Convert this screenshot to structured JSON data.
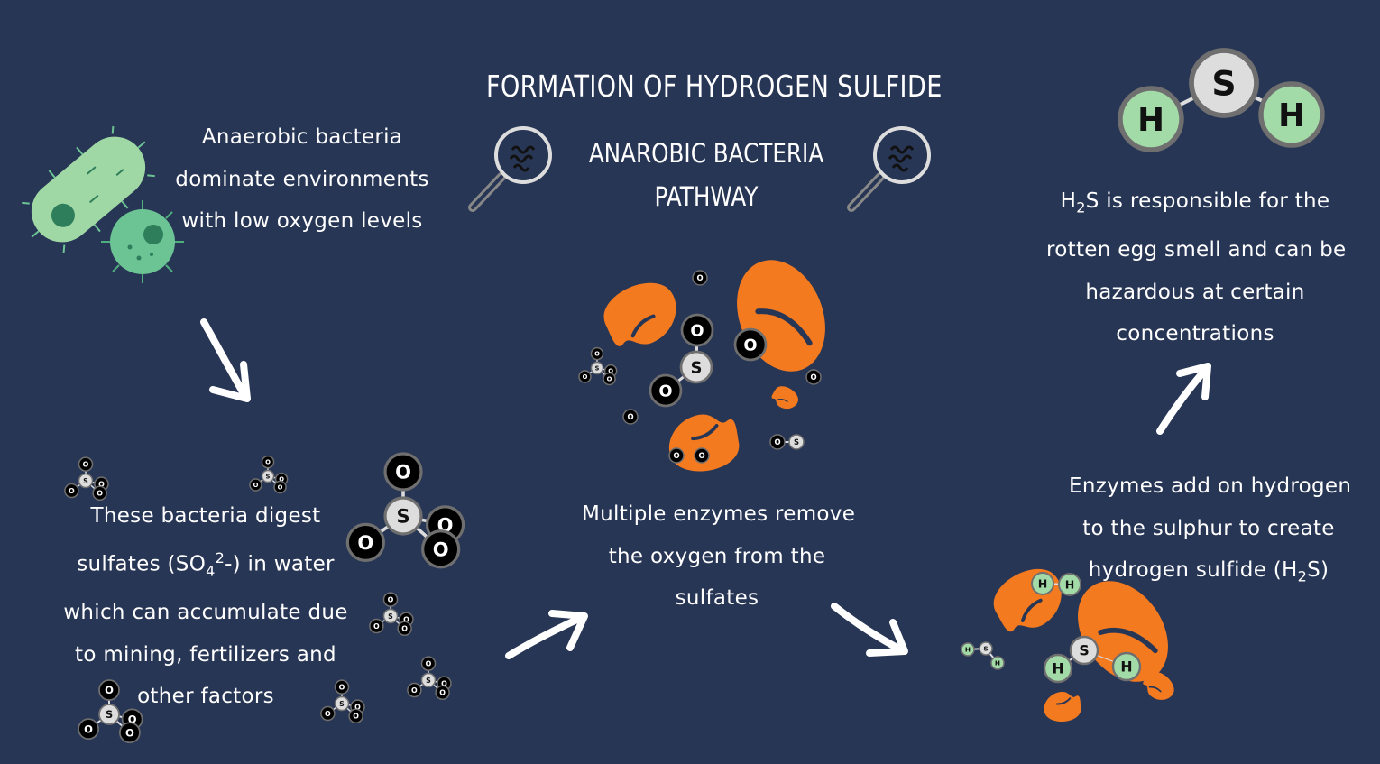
{
  "title": "FORMATION OF HYDROGEN SULFIDE",
  "subtitle": [
    "ANAROBIC BACTERIA",
    "PATHWAY"
  ],
  "step1": {
    "lines": [
      "Anaerobic bacteria",
      "dominate environments",
      "with low oxygen levels"
    ]
  },
  "step2": {
    "line1": "These bacteria digest",
    "line2_pre": "sulfates (SO",
    "line2_sub": "4",
    "line2_sup": "2",
    "line2_post": "-) in water",
    "line3": "which can accumulate due",
    "line4": "to mining, fertilizers and",
    "line5": "other factors"
  },
  "step3": {
    "lines": [
      "Multiple enzymes remove",
      "the oxygen from the",
      "sulfates"
    ]
  },
  "step4": {
    "line1": "Enzymes add on hydrogen",
    "line2": "to the sulphur to create",
    "line3_pre": "hydrogen sulfide (H",
    "line3_sub": "2",
    "line3_post": "S)"
  },
  "step5": {
    "line1_pre": "H",
    "line1_sub": "2",
    "line1_post": "S is responsible for the",
    "line2": "rotten egg smell and can be",
    "line3": "hazardous at certain",
    "line4": "concentrations"
  },
  "atoms": {
    "oxygen": "O",
    "sulfur": "S",
    "hydrogen": "H"
  },
  "colors": {
    "background": "#283655",
    "enzyme": "#f47a20",
    "bacteria_light": "#9fd8a4",
    "bacteria_dark": "#6cc495",
    "hydrogen": "#a3dba8",
    "sulfur": "#dddddd",
    "oxygen": "#000000"
  },
  "icons": [
    "bacteria-icon",
    "magnifying-glass-icon",
    "arrow-icon",
    "molecule-icon",
    "enzyme-icon"
  ]
}
